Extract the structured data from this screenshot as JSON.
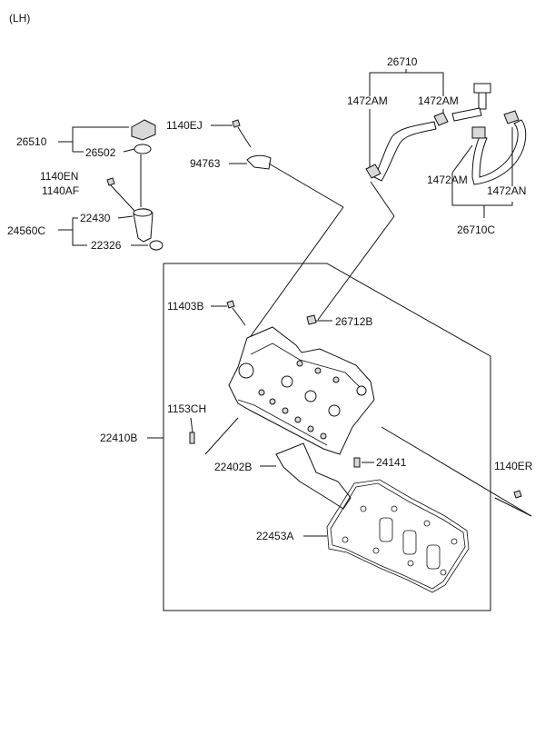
{
  "side_label": "(LH)",
  "labels": {
    "p26710": "26710",
    "p1472AM_a": "1472AM",
    "p1472AM_b": "1472AM",
    "p1472AM_c": "1472AM",
    "p1472AN": "1472AN",
    "p26710C": "26710C",
    "p26510": "26510",
    "p26502": "26502",
    "p1140EJ": "1140EJ",
    "p94763": "94763",
    "p1140EN": "1140EN",
    "p1140AF": "1140AF",
    "p22430": "22430",
    "p24560C": "24560C",
    "p22326": "22326",
    "p11403B": "11403B",
    "p26712B": "26712B",
    "p1153CH": "1153CH",
    "p22410B": "22410B",
    "p22402B": "22402B",
    "p24141": "24141",
    "p1140ER": "1140ER",
    "p22453A": "22453A"
  }
}
